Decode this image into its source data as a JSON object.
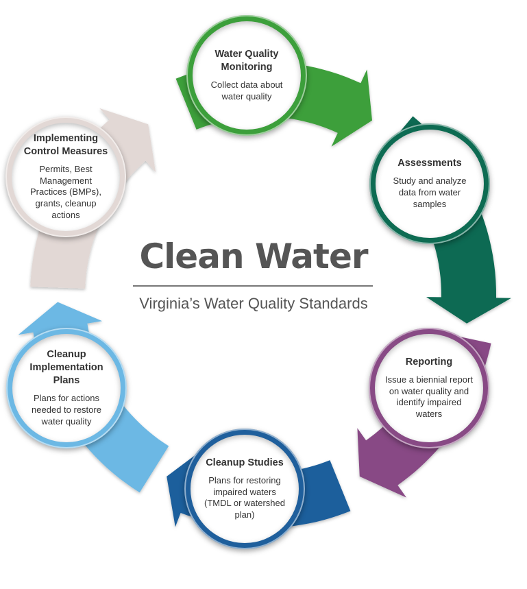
{
  "title": "Clean Water",
  "subtitle": "Virginia’s Water Quality Standards",
  "colors": {
    "monitoring": "#3c9f3b",
    "assessments": "#0d6b52",
    "reporting": "#884a85",
    "cleanup_studies": "#1f5f9c",
    "implementation_plans": "#6cb8e4",
    "control_measures": "#e2d8d5"
  },
  "nodes": [
    {
      "key": "monitoring",
      "title": "Water Quality Monitoring",
      "description": "Collect data about water quality"
    },
    {
      "key": "assessments",
      "title": "Assessments",
      "description": "Study and analyze data from water samples"
    },
    {
      "key": "reporting",
      "title": "Reporting",
      "description": "Issue a biennial report on water quality and identify impaired waters"
    },
    {
      "key": "cleanup_studies",
      "title": "Cleanup Studies",
      "description": "Plans for restoring impaired waters (TMDL or watershed plan)"
    },
    {
      "key": "implementation_plans",
      "title": "Cleanup Implementation Plans",
      "description": "Plans for actions needed to restore water quality"
    },
    {
      "key": "control_measures",
      "title": "Implementing Control Measures",
      "description": "Permits, Best Management Practices (BMPs), grants, cleanup actions"
    }
  ]
}
